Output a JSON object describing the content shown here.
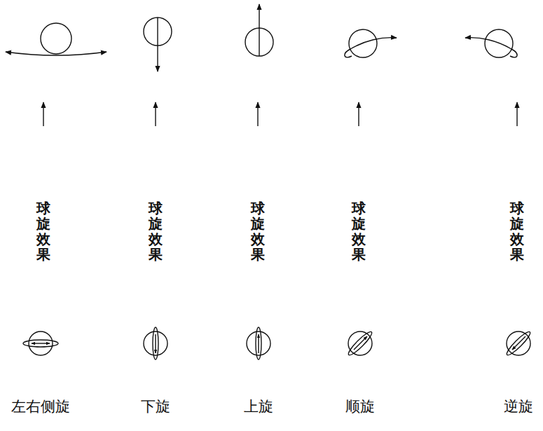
{
  "diagram": {
    "labels": [
      "球旋效果",
      "球旋效果",
      "球旋效果",
      "球旋效果",
      "球旋效果",
      "左右侧旋",
      "下旋",
      "上旋",
      "顺旋",
      "逆旋"
    ]
  }
}
